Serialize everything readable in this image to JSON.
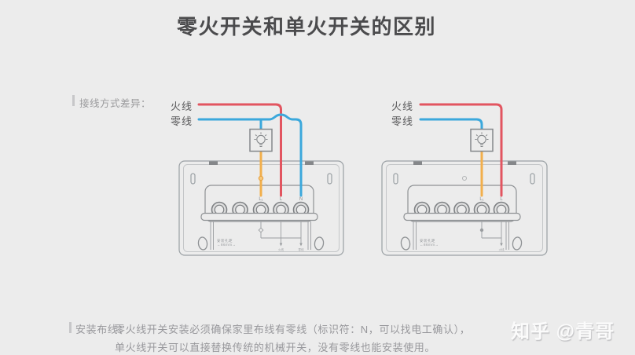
{
  "title": "零火开关和单火开关的区别",
  "sections": {
    "wiring": {
      "label": "接线方式差异："
    },
    "install": {
      "label": "安装布线：",
      "line1": "零火线开关安装必须确保家里布线有零线（标识符：N，可以找电工确认），",
      "line2": "单火线开关可以直接替换传统的机械开关，没有零线也能安装使用。"
    }
  },
  "panels": {
    "left": {
      "live_label": "火线",
      "neutral_label": "零线",
      "terminal_labels": [
        "L₁",
        "L",
        "N"
      ],
      "schematic_labels": [
        "火线",
        "零线"
      ],
      "fine_print_line1": "安装孔距",
      "fine_print_line2": "←86mm→"
    },
    "right": {
      "live_label": "火线",
      "neutral_label": "零线",
      "terminal_labels": [
        "L₁",
        "L"
      ],
      "schematic_labels": [
        "火线"
      ],
      "fine_print_line1": "安装孔距",
      "fine_print_line2": "←86mm→"
    }
  },
  "watermark": "知乎 @青哥",
  "colors": {
    "background": "#ECECEC",
    "live_wire": "#E25560",
    "neutral_wire": "#3BA8DC",
    "load_wire": "#F2AF4C",
    "device_outline": "#9AA0A4",
    "title_text": "#4B4B4D",
    "gray_text": "#9B9B9D"
  }
}
